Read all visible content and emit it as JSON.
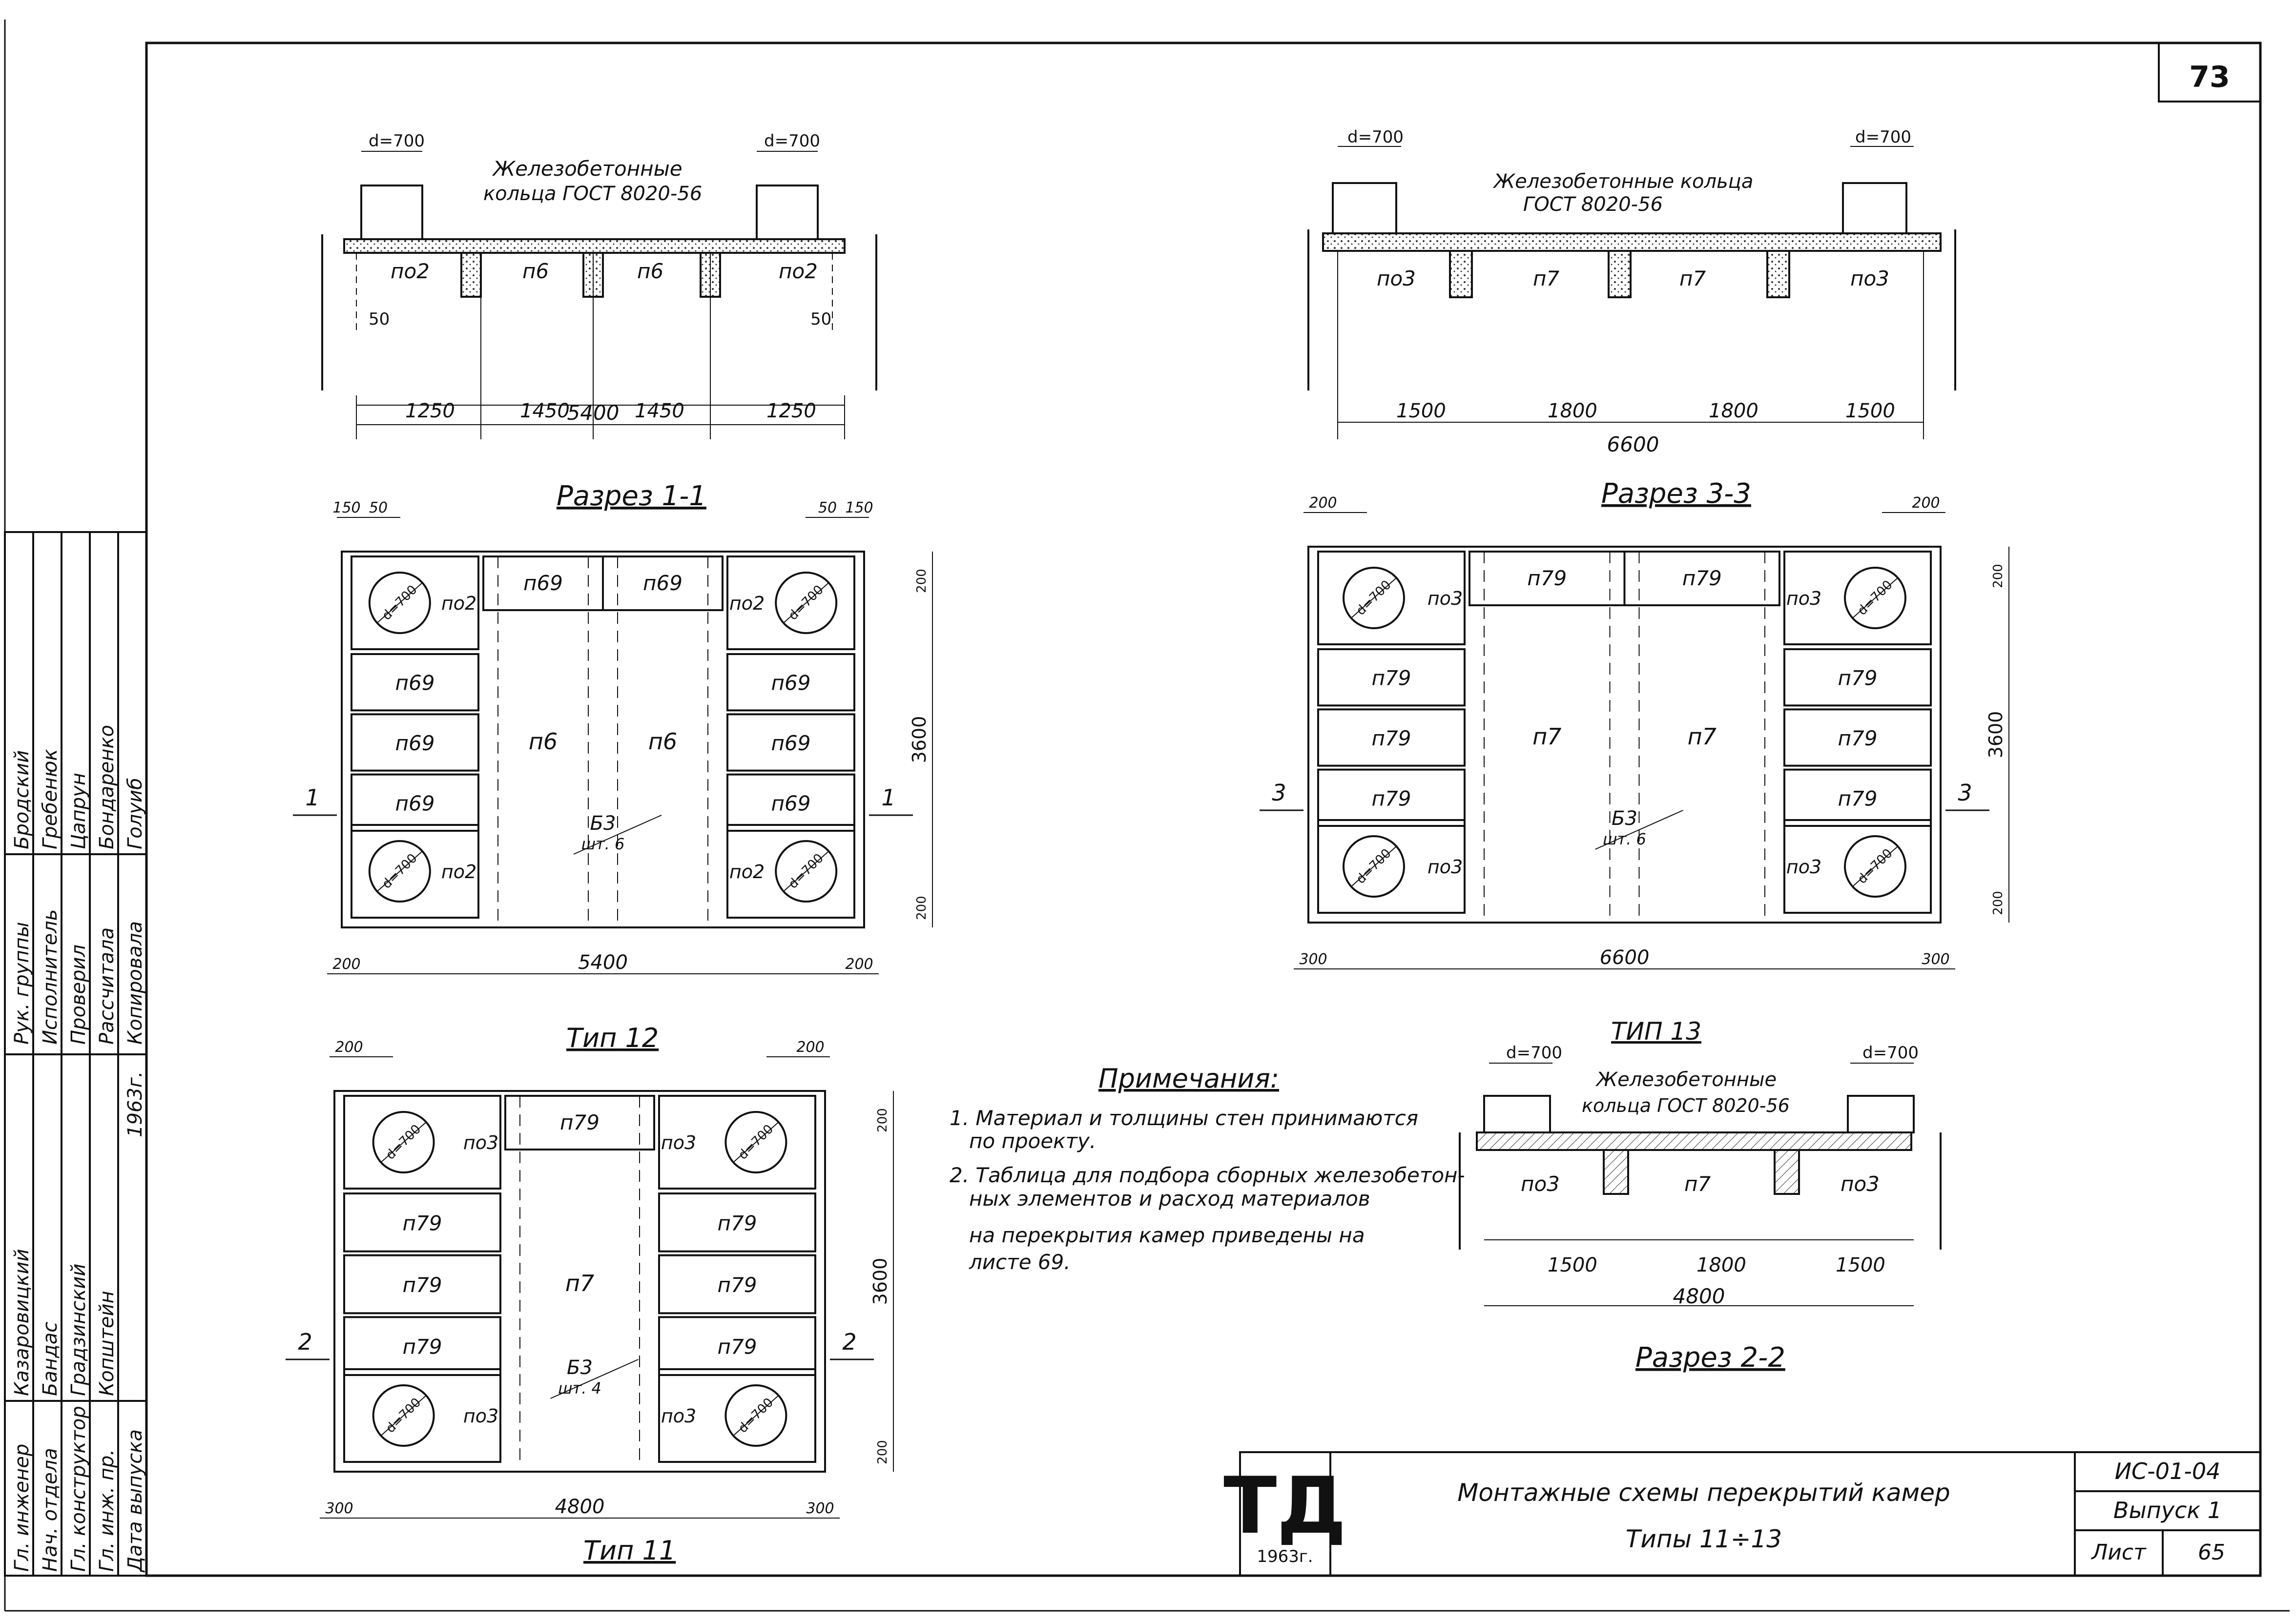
{
  "page_number": "73",
  "title_block": {
    "logo": "ТД",
    "logo_year": "1963г.",
    "title_line1": "Монтажные схемы перекрытий камер",
    "title_line2": "Типы 11÷13",
    "series": "ИС-01-04",
    "issue": "Выпуск 1",
    "sheet_label": "Лист",
    "sheet_number": "65"
  },
  "stamp": {
    "top_roles": [
      "Рук. группы",
      "Исполнитель",
      "Проверил",
      "Рассчитала",
      "Копировала"
    ],
    "top_names": [
      "Бродский",
      "Гребенюк",
      "Цапрун",
      "Бондаренко",
      "Голуиб"
    ],
    "bottom_roles": [
      "Гл. инженер",
      "Нач. отдела",
      "Гл. конструктор",
      "Гл. инж. пр.",
      "Дата выпуска"
    ],
    "bottom_names": [
      "Казаровицкий",
      "Бандас",
      "Градзинский",
      "Копштейн",
      ""
    ],
    "year": "1963г."
  },
  "notes": {
    "title": "Примечания:",
    "lines": [
      "1. Материал и толщины стен принимаются",
      "по проекту.",
      "2. Таблица для подбора сборных железобетон-",
      "ных элементов и расход материалов",
      "на перекрытия камер приведены на",
      "листе 69."
    ]
  },
  "section_1_1": {
    "caption": "Разрез 1-1",
    "ring_label_1": "Железобетонные",
    "ring_label_2": "кольца ГОСТ 8020-56",
    "diam_left": "d=700",
    "diam_right": "d=700",
    "panels": [
      "по2",
      "п6",
      "п6",
      "по2"
    ],
    "dim_50_left": "50",
    "dim_50_right": "50",
    "dims": [
      "1250",
      "1450",
      "1450",
      "1250"
    ],
    "total": "5400"
  },
  "section_3_3": {
    "caption": "Разрез 3-3",
    "ring_label_1": "Железобетонные кольца",
    "ring_label_2": "ГОСТ 8020-56",
    "diam_left": "d=700",
    "diam_right": "d=700",
    "panels": [
      "по3",
      "п7",
      "п7",
      "по3"
    ],
    "dims": [
      "1500",
      "1800",
      "1800",
      "1500"
    ],
    "total": "6600"
  },
  "section_2_2": {
    "caption": "Разрез 2-2",
    "header": "ТИП 13",
    "ring_label_1": "Железобетонные",
    "ring_label_2": "кольца ГОСТ 8020-56",
    "diam_left": "d=700",
    "diam_right": "d=700",
    "panels": [
      "по3",
      "п7",
      "по3"
    ],
    "dims": [
      "1500",
      "1800",
      "1500"
    ],
    "total": "4800"
  },
  "type_12": {
    "caption": "Тип 12",
    "top_dims": [
      "150",
      "50",
      "50",
      "150"
    ],
    "circle_label": "d=700",
    "tl_panel": "по2",
    "tr_panel": "по2",
    "bl_panel": "по2",
    "br_panel": "по2",
    "top_mid": [
      "п69",
      "п69"
    ],
    "left_stack": [
      "п69",
      "п69",
      "п69"
    ],
    "right_stack": [
      "п69",
      "п69",
      "п69"
    ],
    "center": [
      "п6",
      "п6"
    ],
    "beam_label": "Б3",
    "beam_count": "шт. 6",
    "section_mark": "1",
    "height": "3600",
    "edge_dim_top": "200",
    "edge_dim_bottom": "200",
    "bottom_dims": [
      "200",
      "5400",
      "200"
    ]
  },
  "type_13_plan": {
    "top_dims": [
      "200",
      "200"
    ],
    "circle_label": "d=700",
    "tl_panel": "по3",
    "tr_panel": "по3",
    "bl_panel": "по3",
    "br_panel": "по3",
    "top_mid": [
      "п79",
      "п79"
    ],
    "left_stack": [
      "п79",
      "п79",
      "п79"
    ],
    "right_stack": [
      "п79",
      "п79",
      "п79"
    ],
    "center": [
      "п7",
      "п7"
    ],
    "beam_label": "Б3",
    "beam_count": "шт. 6",
    "section_mark": "3",
    "height": "3600",
    "edge_dim_top": "200",
    "edge_dim_bottom": "200",
    "bottom_dims": [
      "300",
      "6600",
      "300"
    ]
  },
  "type_11": {
    "caption": "Тип 11",
    "top_dims": [
      "200",
      "200"
    ],
    "circle_label": "d=700",
    "tl_panel": "по3",
    "tr_panel": "по3",
    "bl_panel": "по3",
    "br_panel": "по3",
    "top_mid": [
      "п79"
    ],
    "left_stack": [
      "п79",
      "п79",
      "п79"
    ],
    "right_stack": [
      "п79",
      "п79",
      "п79"
    ],
    "center": [
      "п7"
    ],
    "beam_label": "Б3",
    "beam_count": "шт. 4",
    "section_mark": "2",
    "height": "3600",
    "edge_dim_top": "200",
    "edge_dim_bottom": "200",
    "bottom_dims": [
      "300",
      "4800",
      "300"
    ]
  }
}
